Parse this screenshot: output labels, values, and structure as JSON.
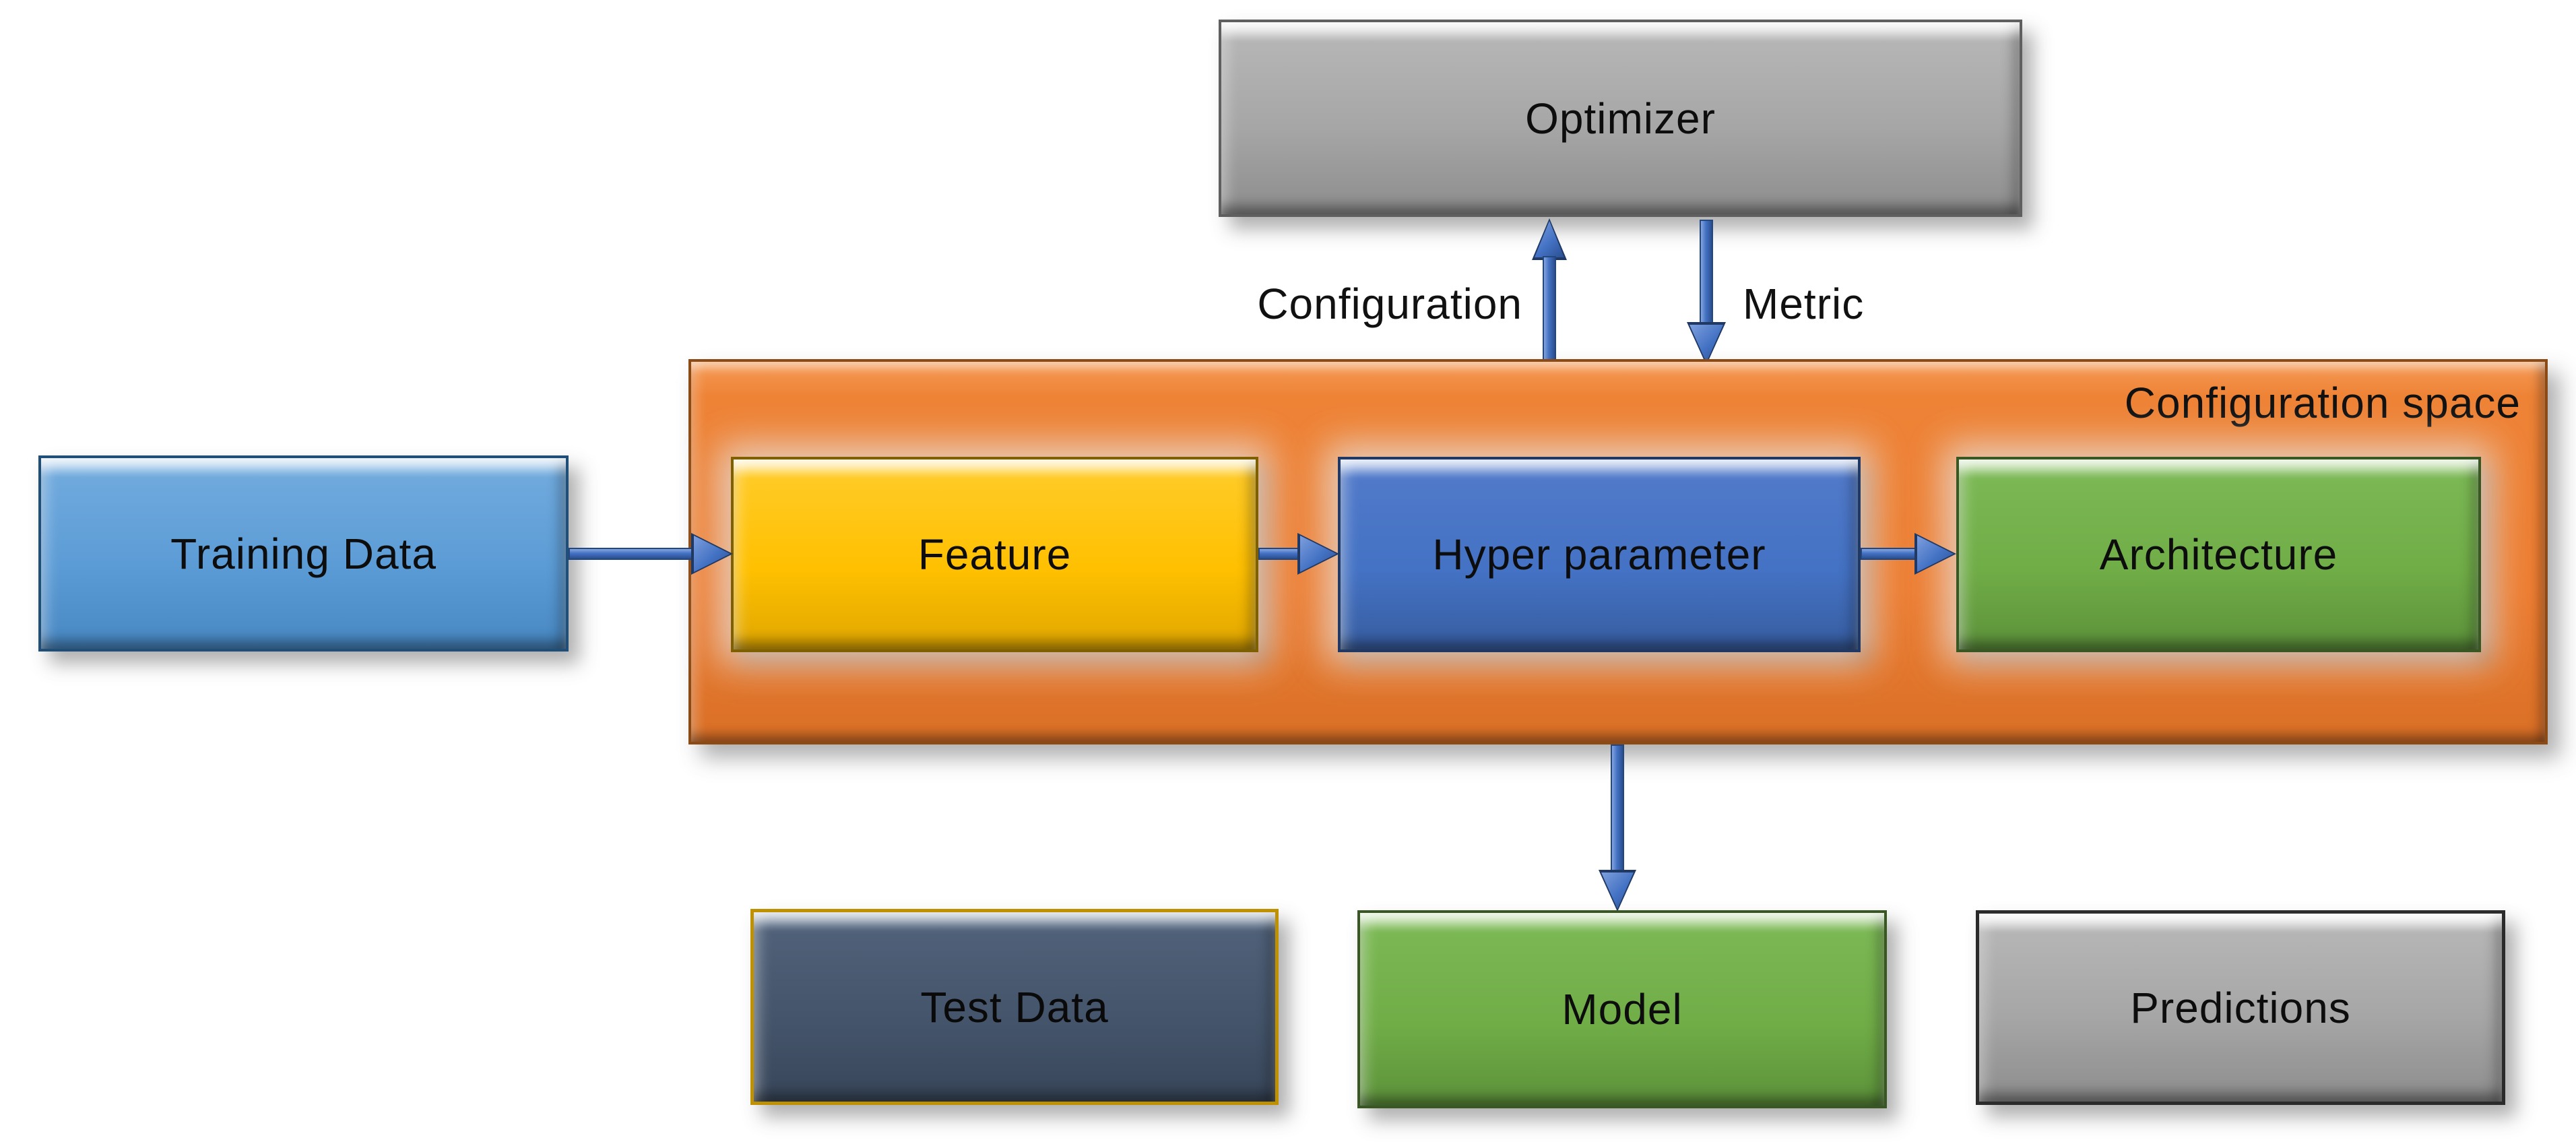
{
  "diagram": {
    "background": "#ffffff",
    "arrow_color": "#4472C4",
    "arrow_outline": "#1F3864",
    "container": {
      "label": "Configuration space",
      "fill": "#ED7D31",
      "border": "#8C4B15"
    },
    "nodes": {
      "optimizer": {
        "label": "Optimizer",
        "fill": "#A6A6A6",
        "border": "#5F5F5F"
      },
      "training_data": {
        "label": "Training Data",
        "fill": "#5B9BD5",
        "border": "#1F4E79"
      },
      "feature": {
        "label": "Feature",
        "fill": "#FFC000",
        "border": "#7F6000"
      },
      "hyper_parameter": {
        "label": "Hyper parameter",
        "fill": "#4472C4",
        "border": "#1F3864"
      },
      "architecture": {
        "label": "Architecture",
        "fill": "#70AD47",
        "border": "#385723"
      },
      "test_data": {
        "label": "Test Data",
        "fill": "#44546A",
        "border": "#BF9000"
      },
      "model": {
        "label": "Model",
        "fill": "#70AD47",
        "border": "#385723"
      },
      "predictions": {
        "label": "Predictions",
        "fill": "#A6A6A6",
        "border": "#2B2B2B"
      }
    },
    "edge_labels": {
      "configuration": "Configuration",
      "metric": "Metric"
    }
  }
}
